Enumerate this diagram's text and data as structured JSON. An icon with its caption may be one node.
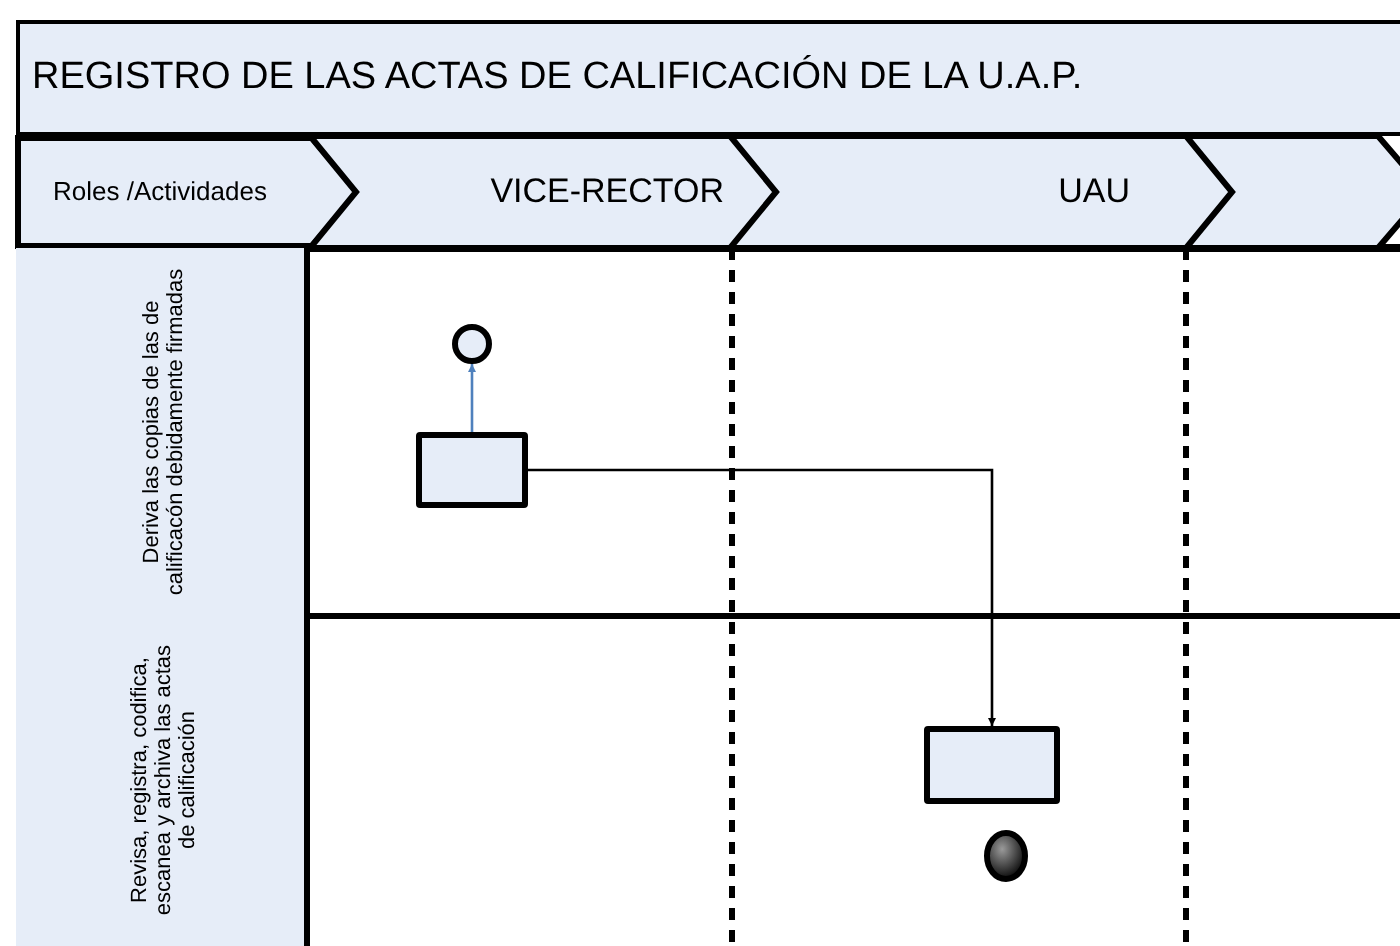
{
  "diagram": {
    "title": "REGISTRO DE LAS ACTAS DE CALIFICACIÓN DE LA U.A.P.",
    "nodes": [
      {
        "text": [
          "Roles /Actividades"
        ]
      },
      {
        "text": [
          "VICE-RECTOR"
        ]
      },
      {
        "text": [
          "UAU"
        ]
      },
      {
        "text": [],
        "shape": "chevron"
      },
      {
        "text": [
          "Deriva las copias de las de calificacón debidamente firmadas"
        ]
      },
      {
        "text": [
          "Revisa, registra, codifica, escanea y archiva las actas de calificación"
        ]
      },
      {
        "text": [],
        "shape": "circle"
      },
      {
        "text": [],
        "shape": "box"
      },
      {
        "text": [],
        "shape": "box"
      },
      {
        "text": [],
        "shape": "circle"
      }
    ],
    "edges": [
      {
        "from": 7,
        "to": 6,
        "arrow": "to",
        "color": "#4f81bd"
      },
      {
        "from": 7,
        "to": 8,
        "arrow": "to",
        "color": "#000000"
      }
    ]
  }
}
